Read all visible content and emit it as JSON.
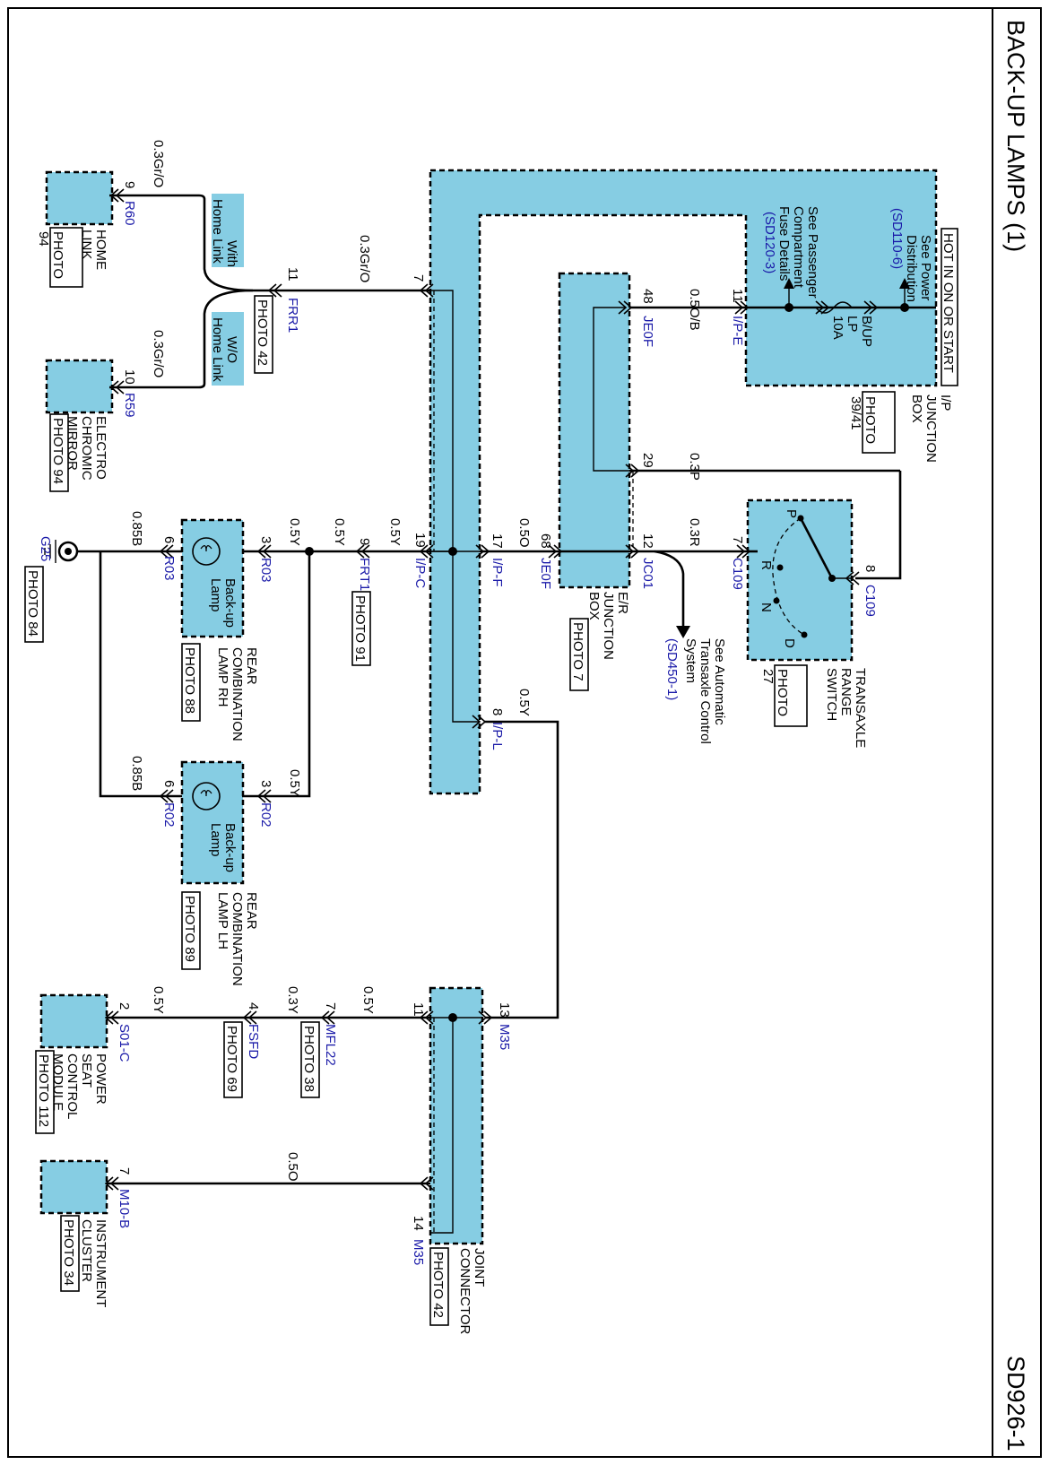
{
  "header": {
    "title": "BACK-UP LAMPS (1)",
    "page_code": "SD926-1"
  },
  "power": {
    "hot_label": "HOT IN ON OR START",
    "see_power": [
      "See Power",
      "Distribution"
    ],
    "see_power_ref": "(SD110-6)",
    "see_passenger": [
      "See Passenger",
      "Compartment",
      "Fuse Details"
    ],
    "see_passenger_ref": "(SD120-3)",
    "fuse": [
      "B/UP",
      "LP",
      "10A"
    ],
    "ip_box_name": [
      "I/P",
      "JUNCTION",
      "BOX"
    ],
    "ip_box_photo": [
      "PHOTO",
      "39/41"
    ]
  },
  "connectors": {
    "ip_e": "I/P-E",
    "je0f_a": "JE0F",
    "je0f_b": "JE0F",
    "jc01": "JC01",
    "c109_a": "C109",
    "c109_b": "C109",
    "ip_c": "I/P-C",
    "ip_f": "I/P-F",
    "ip_l": "I/P-L",
    "frr1": "FRR1",
    "frt1": "FRT1",
    "r03_a": "R03",
    "r03_b": "R03",
    "r02_a": "R02",
    "r02_b": "R02",
    "r60": "R60",
    "r59": "R59",
    "g25": "G25",
    "m35_a": "M35",
    "m35_b": "M35",
    "mfl22": "MFL22",
    "fsfd": "FSFD",
    "s01c": "S01-C",
    "m10b": "M10-B"
  },
  "pins": {
    "ipe11": "11",
    "je48": "48",
    "p29": "29",
    "je68": "68",
    "jc12": "12",
    "c7": "7",
    "c8": "8",
    "ipc19": "19",
    "ipf17": "17",
    "ipl8": "8",
    "p7": "7",
    "frr11": "11",
    "frt9": "9",
    "r03_3": "3",
    "r03_6": "6",
    "r02_3": "3",
    "r02_6": "6",
    "r60_9": "9",
    "r59_10": "10",
    "m35_13": "13",
    "m35_11": "11",
    "m35_14": "14",
    "mfl7": "7",
    "fsfd4": "4",
    "s01_2": "2",
    "m10_7": "7"
  },
  "wires": {
    "w05ob": "0.5O/B",
    "w03p": "0.3P",
    "w03r": "0.3R",
    "w05o": "0.5O",
    "w05y_a": "0.5Y",
    "w05y_b": "0.5Y",
    "w05y_c": "0.5Y",
    "w05y_d": "0.5Y",
    "w085b_a": "0.85B",
    "w085b_b": "0.85B",
    "w03gro_a": "0.3Gr/O",
    "w03gro_b": "0.3Gr/O",
    "w03gro_c": "0.3Gr/O",
    "w05y_e": "0.5Y",
    "w05y_f": "0.5Y",
    "w03y": "0.3Y",
    "w05y_g": "0.5Y",
    "w05o_b": "0.5O"
  },
  "components": {
    "er_box": [
      "E/R",
      "JUNCTION",
      "BOX"
    ],
    "er_photo": "PHOTO 7",
    "see_atc": [
      "See Automatic",
      "Transaxle Control",
      "System"
    ],
    "see_atc_ref": "(SD450-1)",
    "trs": [
      "TRANSAXLE",
      "RANGE",
      "SWITCH"
    ],
    "trs_photo": [
      "PHOTO",
      "27"
    ],
    "gear_p": "P",
    "gear_r": "R",
    "gear_n": "N",
    "gear_d": "D",
    "lamp_text": [
      "Back-up",
      "Lamp"
    ],
    "rh": [
      "REAR",
      "COMBINATION",
      "LAMP RH"
    ],
    "rh_photo": "PHOTO 88",
    "lh": [
      "REAR",
      "COMBINATION",
      "LAMP LH"
    ],
    "lh_photo": "PHOTO 89",
    "frr1_photo": "PHOTO 42",
    "frt1_photo": "PHOTO 91",
    "g25_photo": "PHOTO 84",
    "with_hl": [
      "With",
      "Home Link"
    ],
    "wo_hl": [
      "W/O",
      "Home Link"
    ],
    "homelink": [
      "HOME",
      "LINK"
    ],
    "homelink_photo": [
      "PHOTO",
      "94"
    ],
    "mirror": [
      "ELECTRO",
      "CHROMIC",
      "MIRROR"
    ],
    "mirror_photo": "PHOTO 94",
    "joint": [
      "JOINT",
      "CONNECTOR"
    ],
    "joint_photo": "PHOTO 42",
    "mfl22_photo": "PHOTO 38",
    "fsfd_photo": "PHOTO 69",
    "psm": [
      "POWER",
      "SEAT",
      "CONTROL",
      "MODULE"
    ],
    "psm_photo": "PHOTO 112",
    "cluster": [
      "INSTRUMENT",
      "CLUSTER"
    ],
    "cluster_photo": "PHOTO 34"
  }
}
